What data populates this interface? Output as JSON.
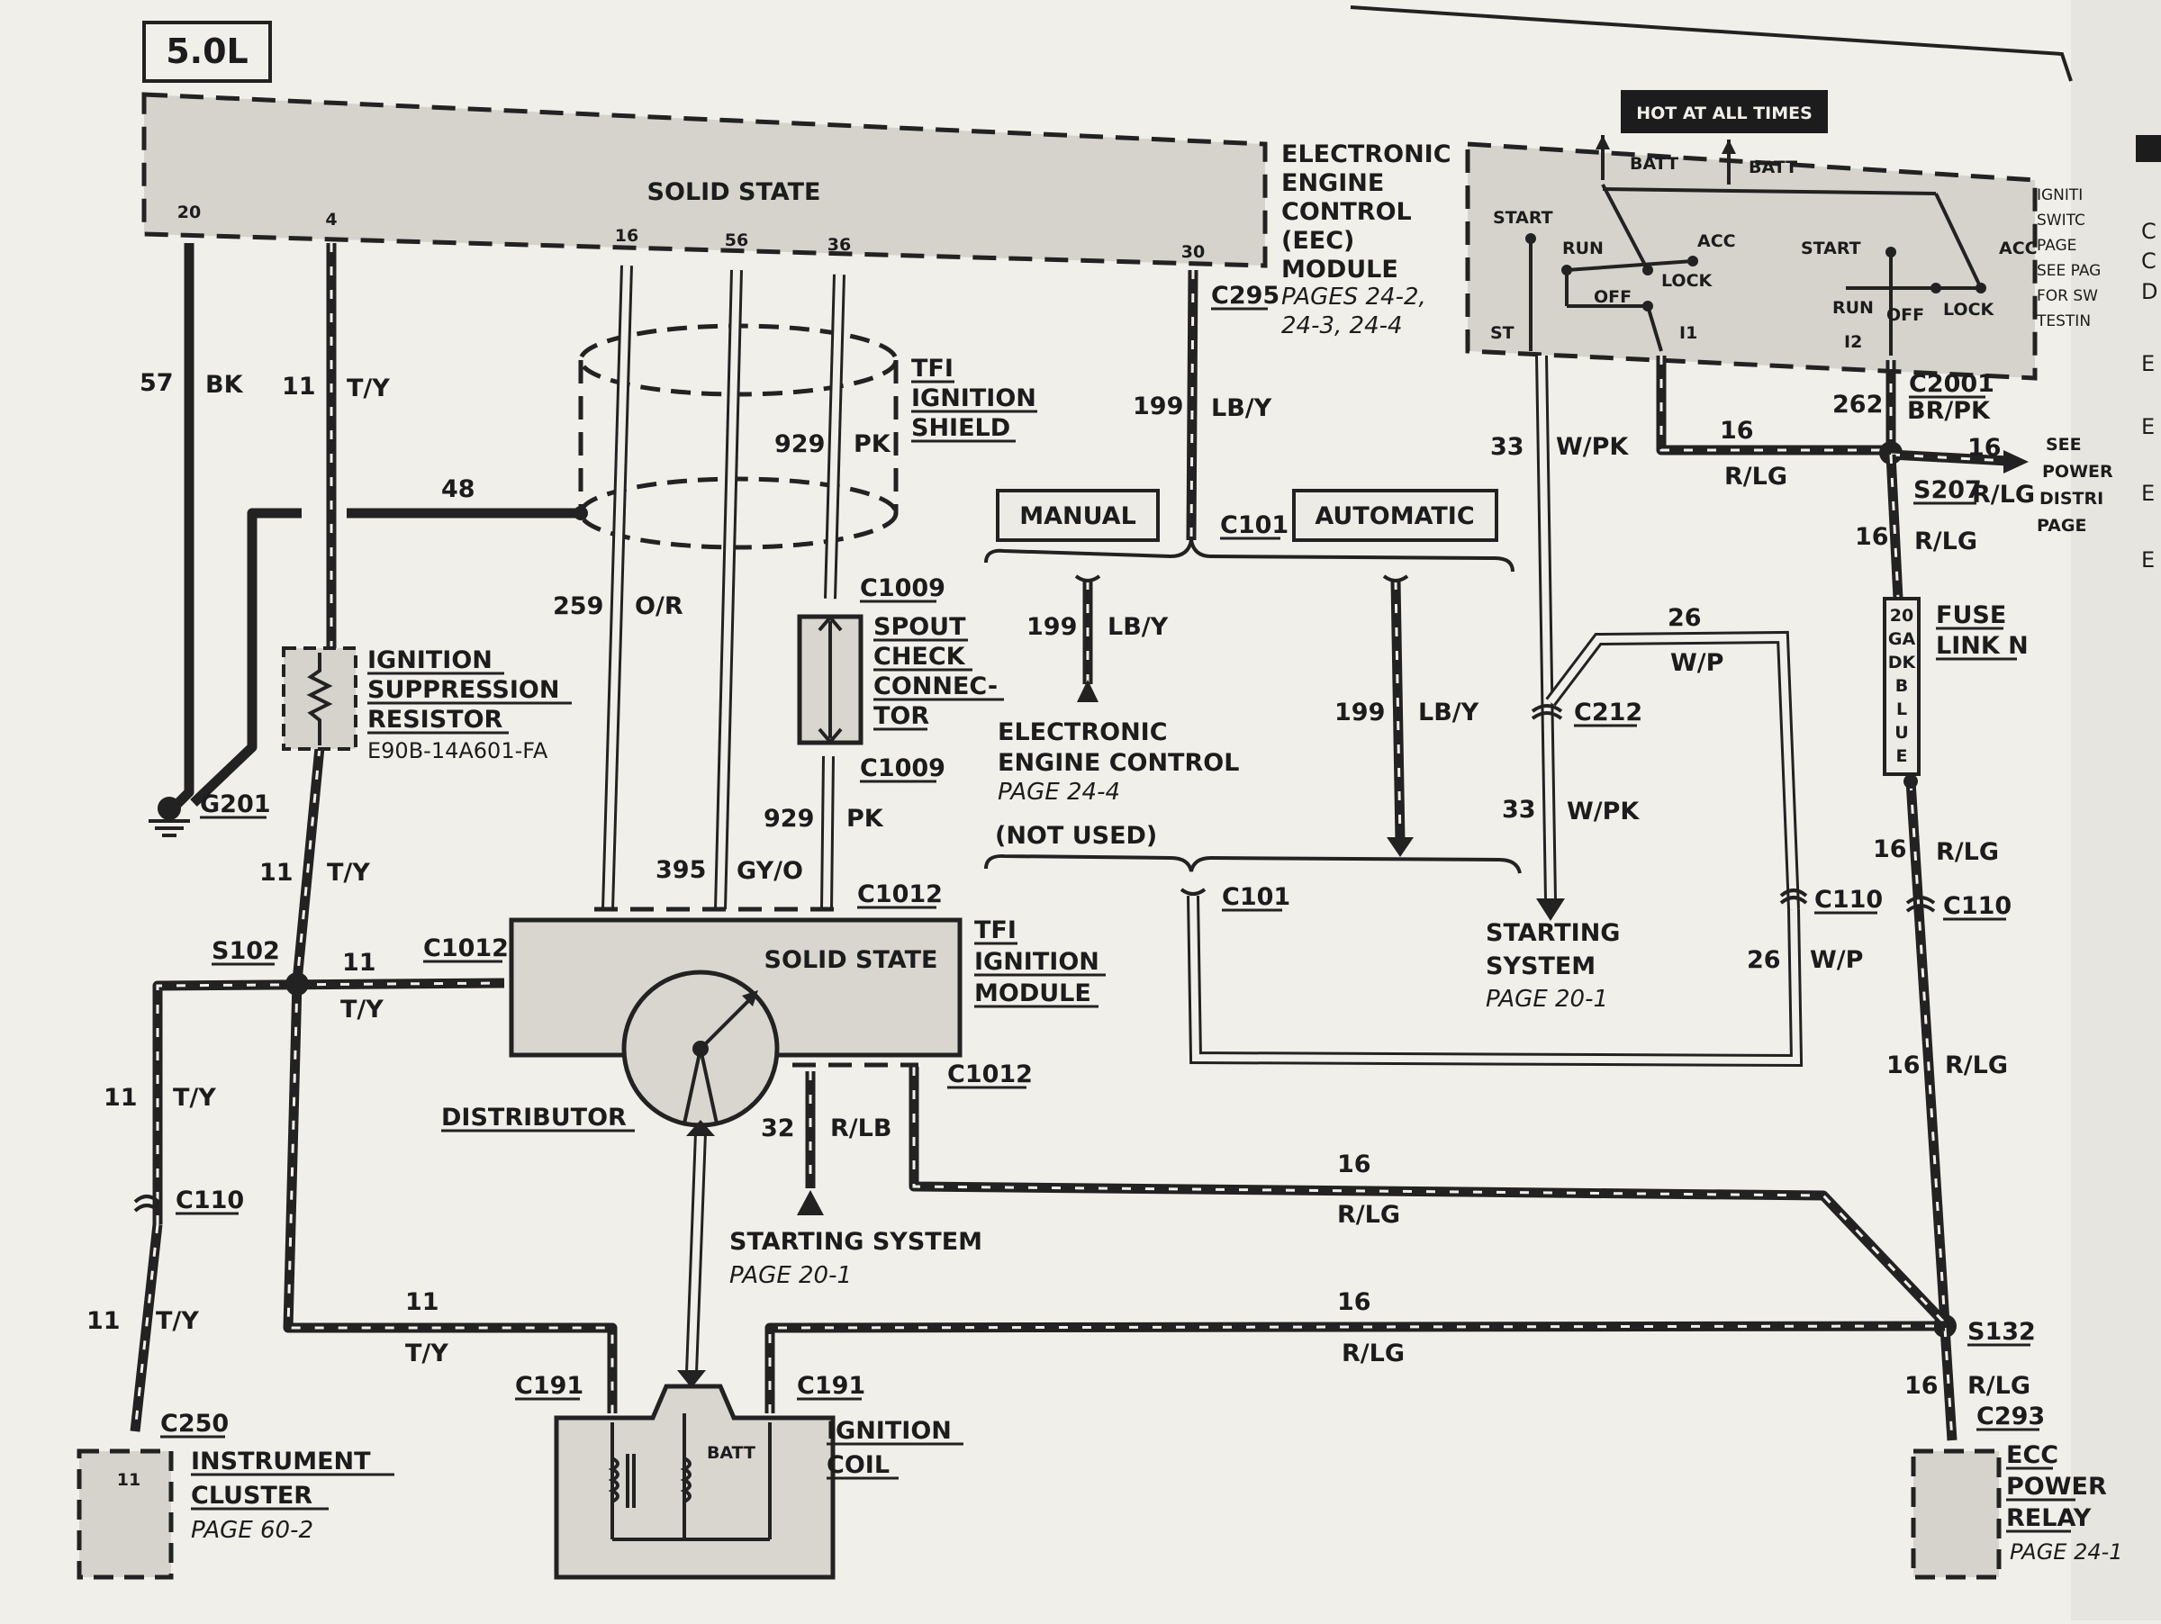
{
  "engine_label": "5.0L",
  "eec": {
    "inner_label": "SOLID STATE",
    "title_lines": [
      "ELECTRONIC",
      "ENGINE",
      "CONTROL",
      "(EEC)",
      "MODULE"
    ],
    "pages_lines": [
      "PAGES 24-2,",
      "24-3, 24-4"
    ],
    "pins": [
      "20",
      "4",
      "16",
      "56",
      "36",
      "30"
    ]
  },
  "hot_at_all_times": "HOT AT ALL TIMES",
  "ignition_switch": {
    "batt_left": "BATT",
    "batt_right": "BATT",
    "start_left": "START",
    "run": "RUN",
    "acc_left": "ACC",
    "lock_left": "LOCK",
    "off_left": "OFF",
    "start_right": "START",
    "acc_right": "ACC",
    "run_right": "RUN",
    "off_right": "OFF",
    "lock_right": "LOCK",
    "st": "ST",
    "i1": "I1",
    "i2": "I2",
    "side_lines": [
      "IGNITI",
      "SWITC",
      "PAGE",
      "SEE PAG",
      "FOR SW",
      "TESTIN"
    ]
  },
  "wires": {
    "w57_num": "57",
    "w57_col": "BK",
    "w11a_num": "11",
    "w11a_col": "T/Y",
    "w48": "48",
    "w929a_num": "929",
    "w929a_col": "PK",
    "w199a_num": "199",
    "w199a_col": "LB/Y",
    "w259_num": "259",
    "w259_col": "O/R",
    "w929b_num": "929",
    "w929b_col": "PK",
    "w395_num": "395",
    "w395_col": "GY/O",
    "w11b_num": "11",
    "w11b_col": "T/Y",
    "w11c_num": "11",
    "w11c_col": "T/Y",
    "w11d_num": "11",
    "w11d_col": "T/Y",
    "w11e_num": "11",
    "w11e_col": "T/Y",
    "w11f_num": "11",
    "w11f_col": "T/Y",
    "w32_num": "32",
    "w32_col": "R/LB",
    "w16a_num": "16",
    "w16a_col": "R/LG",
    "w16b_num": "16",
    "w16b_col": "R/LG",
    "w199b_num": "199",
    "w199b_col": "LB/Y",
    "w199c_num": "199",
    "w199c_col": "LB/Y",
    "w33a_num": "33",
    "w33a_col": "W/PK",
    "w33b_num": "33",
    "w33b_col": "W/PK",
    "w26a_num": "26",
    "w26a_col": "W/P",
    "w26b_num": "26",
    "w26b_col": "W/P",
    "w262_num": "262",
    "w262_col": "BR/PK",
    "w16c_num": "16",
    "w16c_col": "R/LG",
    "w16d_num": "16",
    "w16d_col": "R/LG",
    "w16e_num": "16",
    "w16e_col": "R/LG",
    "w16f_num": "16",
    "w16f_col": "R/LG",
    "w16g_num": "16",
    "w16g_col": "R/LG",
    "w16h_num": "16",
    "w16h_col": "R/LG"
  },
  "connectors": {
    "c295": "C295",
    "c101a": "C101",
    "c101b": "C101",
    "c1009a": "C1009",
    "c1009b": "C1009",
    "c1012a": "C1012",
    "c1012b": "C1012",
    "c1012c": "C1012",
    "s102": "S102",
    "c110a": "C110",
    "c110b": "C110",
    "c110c": "C110",
    "c250": "C250",
    "c191a": "C191",
    "c191b": "C191",
    "c212": "C212",
    "c2001": "C2001",
    "s207": "S207",
    "s132": "S132",
    "c293": "C293",
    "g201": "G201"
  },
  "components": {
    "tfi_shield": [
      "TFI",
      "IGNITION",
      "SHIELD"
    ],
    "suppression": [
      "IGNITION",
      "SUPPRESSION",
      "RESISTOR"
    ],
    "suppression_part": "E90B-14A601-FA",
    "spout": [
      "SPOUT",
      "CHECK",
      "CONNEC-",
      "TOR"
    ],
    "manual": "MANUAL",
    "automatic": "AUTOMATIC",
    "eec_note": [
      "ELECTRONIC",
      "ENGINE CONTROL"
    ],
    "eec_note_page": "PAGE 24-4",
    "not_used": "(NOT USED)",
    "tfi_module_inner": "SOLID STATE",
    "tfi_module": [
      "TFI",
      "IGNITION",
      "MODULE"
    ],
    "distributor": "DISTRIBUTOR",
    "starting1": "STARTING SYSTEM",
    "starting1_page": "PAGE 20-1",
    "starting2": [
      "STARTING",
      "SYSTEM"
    ],
    "starting2_page": "PAGE 20-1",
    "ignition_coil": [
      "IGNITION",
      "COIL"
    ],
    "coil_batt": "BATT",
    "instrument": [
      "INSTRUMENT",
      "CLUSTER"
    ],
    "instrument_page": "PAGE 60-2",
    "instrument_pin": "11",
    "fuse_link": [
      "FUSE",
      "LINK N"
    ],
    "fuse_text": [
      "20",
      "GA",
      "DK",
      "B",
      "L",
      "U",
      "E"
    ],
    "ecc_relay": [
      "ECC",
      "POWER",
      "RELAY"
    ],
    "ecc_relay_page": "PAGE 24-1",
    "power_dist": [
      "SEE",
      "POWER",
      "DISTRI",
      "PAGE"
    ],
    "right_margin": [
      "C",
      "C",
      "D",
      "E",
      "E",
      "E",
      "E"
    ]
  }
}
